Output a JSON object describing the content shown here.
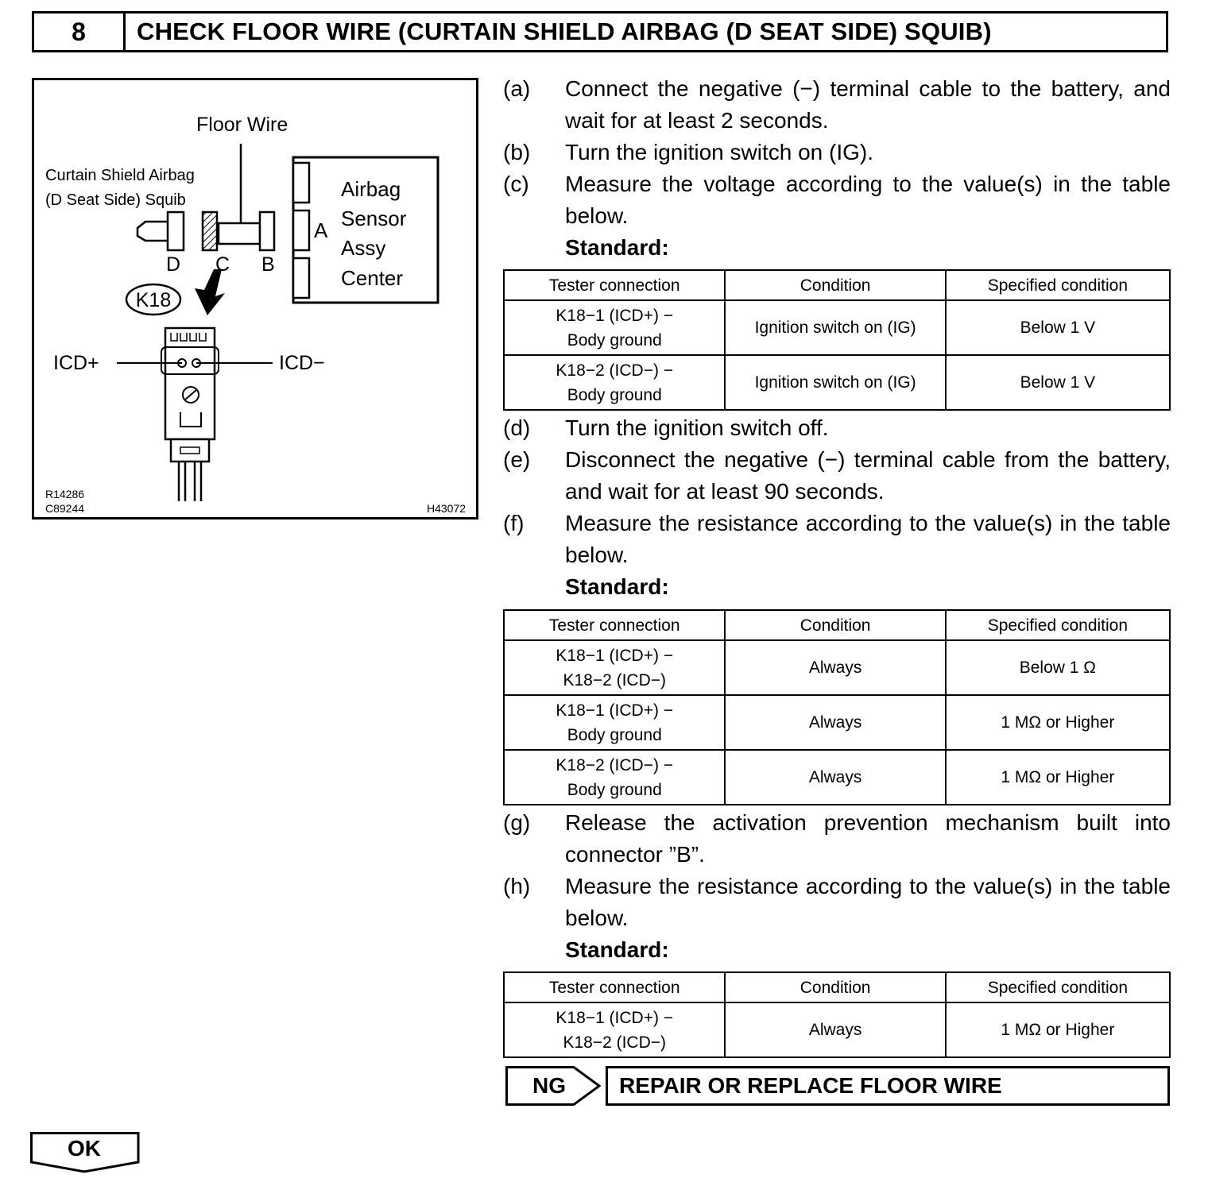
{
  "header": {
    "step_number": "8",
    "title": "CHECK FLOOR WIRE (CURTAIN SHIELD AIRBAG (D SEAT SIDE) SQUIB)"
  },
  "figure": {
    "floor_wire": "Floor Wire",
    "squib_line1": "Curtain Shield Airbag",
    "squib_line2": "(D Seat Side) Squib",
    "sensor_line1": "Airbag",
    "sensor_line2": "Sensor",
    "sensor_line3": "Assy",
    "sensor_line4": "Center",
    "conn_a": "A",
    "conn_b": "B",
    "conn_c": "C",
    "conn_d": "D",
    "connector_id": "K18",
    "icd_plus": "ICD+",
    "icd_minus": "ICD−",
    "code1": "R14286",
    "code2": "C89244",
    "code3": "H43072"
  },
  "steps": {
    "a": {
      "label": "(a)",
      "text": "Connect the negative (−) terminal cable to the battery, and wait for at least 2 seconds."
    },
    "b": {
      "label": "(b)",
      "text": "Turn the ignition switch on (IG)."
    },
    "c": {
      "label": "(c)",
      "text": "Measure the voltage according to the value(s) in the table below."
    },
    "d": {
      "label": "(d)",
      "text": "Turn the ignition switch off."
    },
    "e": {
      "label": "(e)",
      "text": "Disconnect the negative (−) terminal cable from the battery, and wait for at least 90 seconds."
    },
    "f": {
      "label": "(f)",
      "text": "Measure the resistance according to the value(s) in the table below."
    },
    "g": {
      "label": "(g)",
      "text": "Release the activation prevention mechanism built into connector ”B”."
    },
    "h": {
      "label": "(h)",
      "text": "Measure the resistance according to the value(s) in the table below."
    },
    "standard": "Standard:"
  },
  "tables": {
    "headers": [
      "Tester connection",
      "Condition",
      "Specified condition"
    ],
    "t1": [
      [
        "K18−1 (ICD+) −",
        "Body ground",
        "Ignition switch on (IG)",
        "Below 1 V"
      ],
      [
        "K18−2 (ICD−) −",
        "Body ground",
        "Ignition switch on (IG)",
        "Below 1 V"
      ]
    ],
    "t2": [
      [
        "K18−1 (ICD+) −",
        "K18−2 (ICD−)",
        "Always",
        "Below 1 Ω"
      ],
      [
        "K18−1 (ICD+) −",
        "Body ground",
        "Always",
        "1 MΩ or Higher"
      ],
      [
        "K18−2 (ICD−) −",
        "Body ground",
        "Always",
        "1 MΩ or Higher"
      ]
    ],
    "t3": [
      [
        "K18−1 (ICD+) −",
        "K18−2 (ICD−)",
        "Always",
        "1 MΩ or Higher"
      ]
    ]
  },
  "ng": {
    "label": "NG",
    "action": "REPAIR OR REPLACE FLOOR WIRE"
  },
  "ok": {
    "label": "OK"
  }
}
